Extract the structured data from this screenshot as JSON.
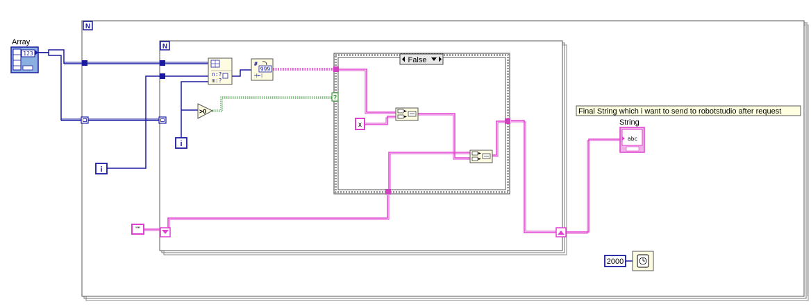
{
  "array_control": {
    "label": "Array",
    "type_text": "123"
  },
  "outer_loop": {
    "count_terminal": "N"
  },
  "inner_loop": {
    "count_terminal": "N"
  },
  "iteration_terminals": {
    "inner": "i",
    "outer": "i"
  },
  "case_structure": {
    "selector": "False"
  },
  "constants": {
    "character": "x",
    "empty_string": "\"\"",
    "wait_ms": "2000",
    "number_to_string_display": "999"
  },
  "tooltip": {
    "text": "Final String which i want to send to robotstudio after request"
  },
  "string_indicator": {
    "label": "String",
    "type_text": "abc"
  },
  "colors": {
    "int_wire": "#1a1aa0",
    "string_wire": "#e040d0",
    "bool_wire": "#1a8a1a",
    "structure_border": "#7a7a7a",
    "node_fill": "#fdfbe0"
  }
}
